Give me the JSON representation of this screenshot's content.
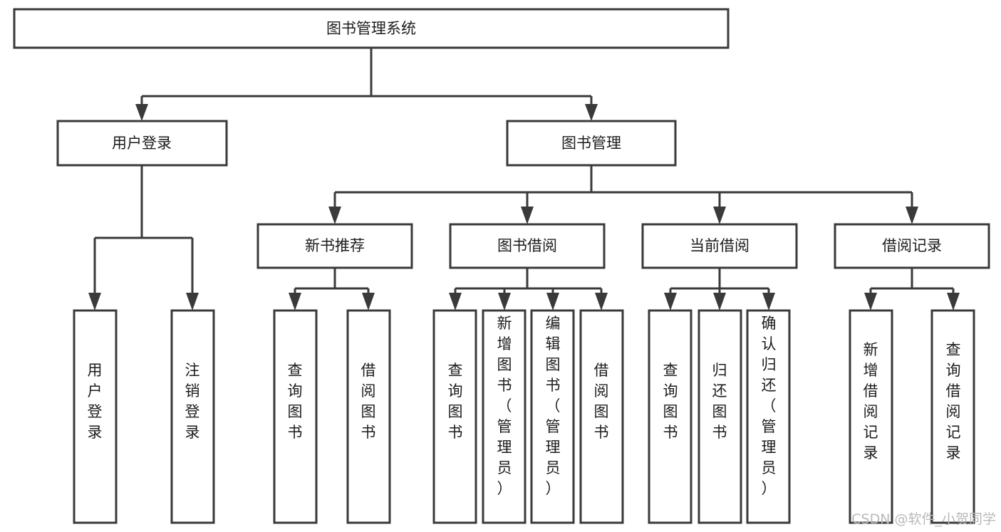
{
  "diagram": {
    "title": "图书管理系统",
    "type": "tree-hierarchy",
    "orientation": "top-down",
    "nodes": {
      "root": {
        "label": "图书管理系统"
      },
      "level2": [
        {
          "id": "user-login",
          "label": "用户登录"
        },
        {
          "id": "book-manage",
          "label": "图书管理"
        }
      ],
      "level3": [
        {
          "id": "new-book-recommend",
          "label": "新书推荐",
          "parent": "book-manage"
        },
        {
          "id": "book-borrow",
          "label": "图书借阅",
          "parent": "book-manage"
        },
        {
          "id": "current-borrow",
          "label": "当前借阅",
          "parent": "book-manage"
        },
        {
          "id": "borrow-record",
          "label": "借阅记录",
          "parent": "book-manage"
        }
      ],
      "leaves": [
        {
          "id": "leaf-user-login",
          "label": "用户登录",
          "parent": "user-login"
        },
        {
          "id": "leaf-logout",
          "label": "注销登录",
          "parent": "user-login"
        },
        {
          "id": "leaf-query-book-1",
          "label": "查询图书",
          "parent": "new-book-recommend"
        },
        {
          "id": "leaf-borrow-book-1",
          "label": "借阅图书",
          "parent": "new-book-recommend"
        },
        {
          "id": "leaf-query-book-2",
          "label": "查询图书",
          "parent": "book-borrow"
        },
        {
          "id": "leaf-add-book",
          "label": "新增图书（管理员）",
          "parent": "book-borrow"
        },
        {
          "id": "leaf-edit-book",
          "label": "编辑图书（管理员）",
          "parent": "book-borrow"
        },
        {
          "id": "leaf-borrow-book-2",
          "label": "借阅图书",
          "parent": "book-borrow"
        },
        {
          "id": "leaf-query-book-3",
          "label": "查询图书",
          "parent": "current-borrow"
        },
        {
          "id": "leaf-return-book",
          "label": "归还图书",
          "parent": "current-borrow"
        },
        {
          "id": "leaf-confirm-return",
          "label": "确认归还（管理员）",
          "parent": "current-borrow"
        },
        {
          "id": "leaf-add-record",
          "label": "新增借阅记录",
          "parent": "borrow-record"
        },
        {
          "id": "leaf-query-record",
          "label": "查询借阅记录",
          "parent": "borrow-record"
        }
      ]
    },
    "colors": {
      "stroke": "#3a3a3a",
      "fill": "#ffffff",
      "text": "#1c1c1c",
      "watermark": "#b9b9b9"
    }
  },
  "watermark": {
    "text": "CSDN @软件_小贺同学"
  }
}
